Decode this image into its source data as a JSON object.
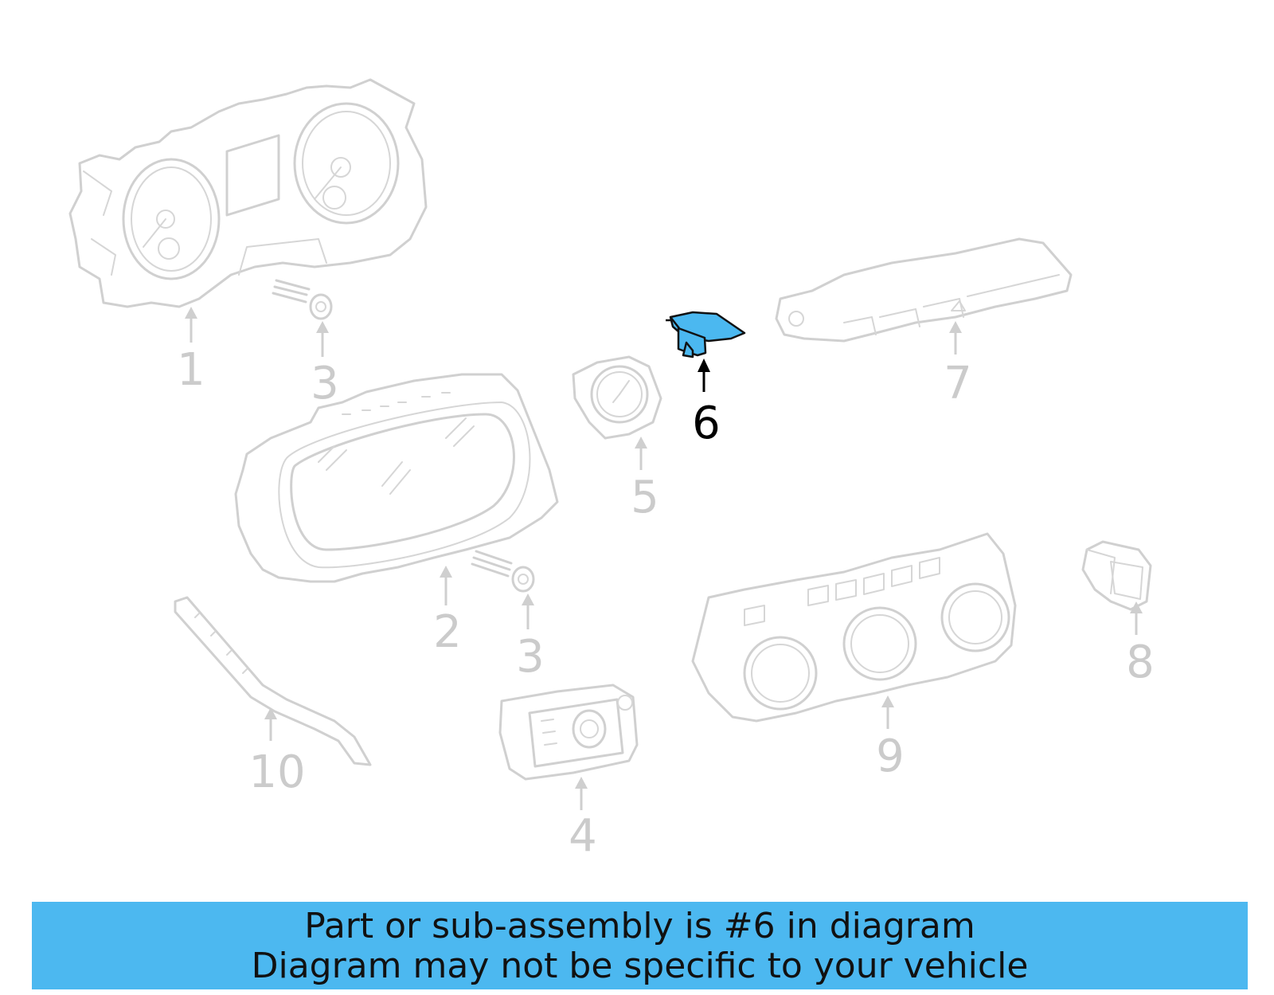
{
  "diagram": {
    "highlight_color": "#4cb8f0",
    "ghost_color": "#d0d0d0",
    "callouts": [
      "1",
      "2",
      "3",
      "3",
      "4",
      "5",
      "6",
      "7",
      "8",
      "9",
      "10"
    ],
    "highlighted_callout": "6"
  },
  "banner": {
    "line1": "Part or sub-assembly is #6 in diagram",
    "line2": "Diagram may not be specific to your vehicle",
    "background": "#4cb8f0"
  }
}
